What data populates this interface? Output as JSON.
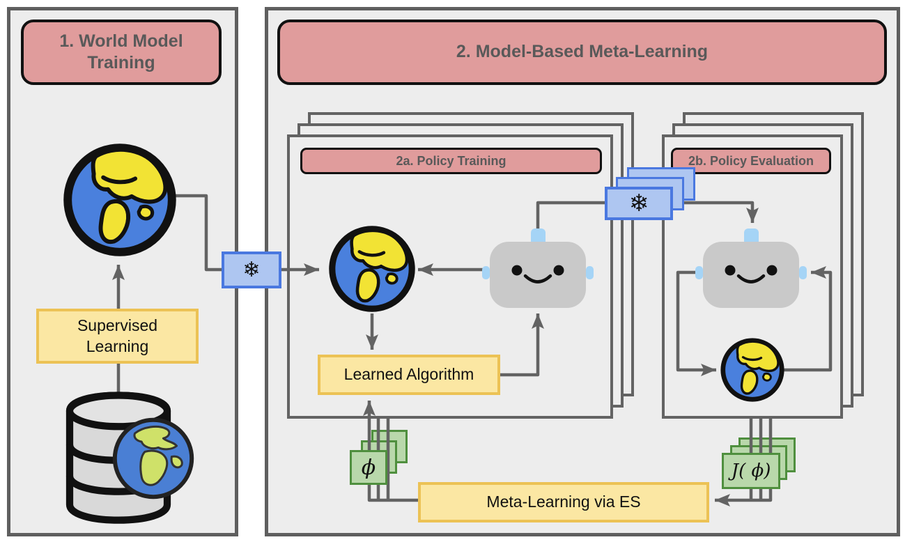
{
  "panel_world_model": {
    "title": "1. World Model Training",
    "supervised_box": "Supervised Learning"
  },
  "panel_meta_learning": {
    "title": "2. Model-Based Meta-Learning",
    "policy_training": {
      "title": "2a. Policy Training",
      "learned_algorithm_box": "Learned Algorithm"
    },
    "policy_evaluation": {
      "title": "2b. Policy Evaluation"
    },
    "meta_learning_box": "Meta-Learning via ES",
    "phi_box": "ϕ",
    "j_phi_box": "J( ϕ)"
  },
  "icons": {
    "snowflake": "❄"
  },
  "colors": {
    "header_pink": "#E09C9C",
    "box_yellow_fill": "#FBE7A3",
    "box_yellow_border": "#ECC255",
    "box_green_fill": "#B9D8AB",
    "box_green_border": "#4F8F3E",
    "box_blue_fill": "#AEC6F1",
    "box_blue_border": "#4A78E0",
    "panel_fill": "#EDEDED",
    "line_gray": "#636363"
  }
}
